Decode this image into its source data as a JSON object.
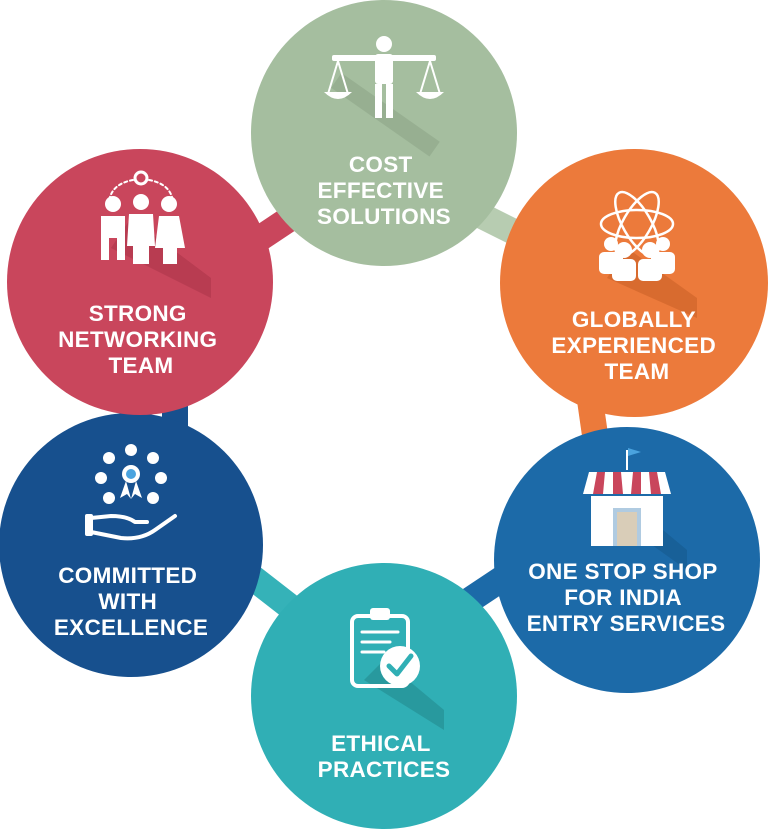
{
  "nodes": [
    {
      "id": "cost",
      "lines": [
        "COST",
        "EFFECTIVE",
        "SOLUTIONS"
      ],
      "color": "#a5be9f",
      "icon": "scales-icon"
    },
    {
      "id": "global",
      "lines": [
        "GLOBALLY",
        "EXPERIENCED",
        "TEAM"
      ],
      "color": "#ec7a3b",
      "icon": "team-atom-icon"
    },
    {
      "id": "onestop",
      "lines": [
        "ONE STOP SHOP",
        "FOR INDIA",
        "ENTRY SERVICES"
      ],
      "color": "#1c6aa8",
      "icon": "shop-icon"
    },
    {
      "id": "ethical",
      "lines": [
        "ETHICAL",
        "PRACTICES"
      ],
      "color": "#30afb5",
      "icon": "clipboard-check-icon"
    },
    {
      "id": "committed",
      "lines": [
        "COMMITTED",
        "WITH",
        "EXCELLENCE"
      ],
      "color": "#17508e",
      "icon": "hand-award-icon"
    },
    {
      "id": "network",
      "lines": [
        "STRONG",
        "NETWORKING",
        "TEAM"
      ],
      "color": "#c9465c",
      "icon": "network-people-icon"
    }
  ]
}
